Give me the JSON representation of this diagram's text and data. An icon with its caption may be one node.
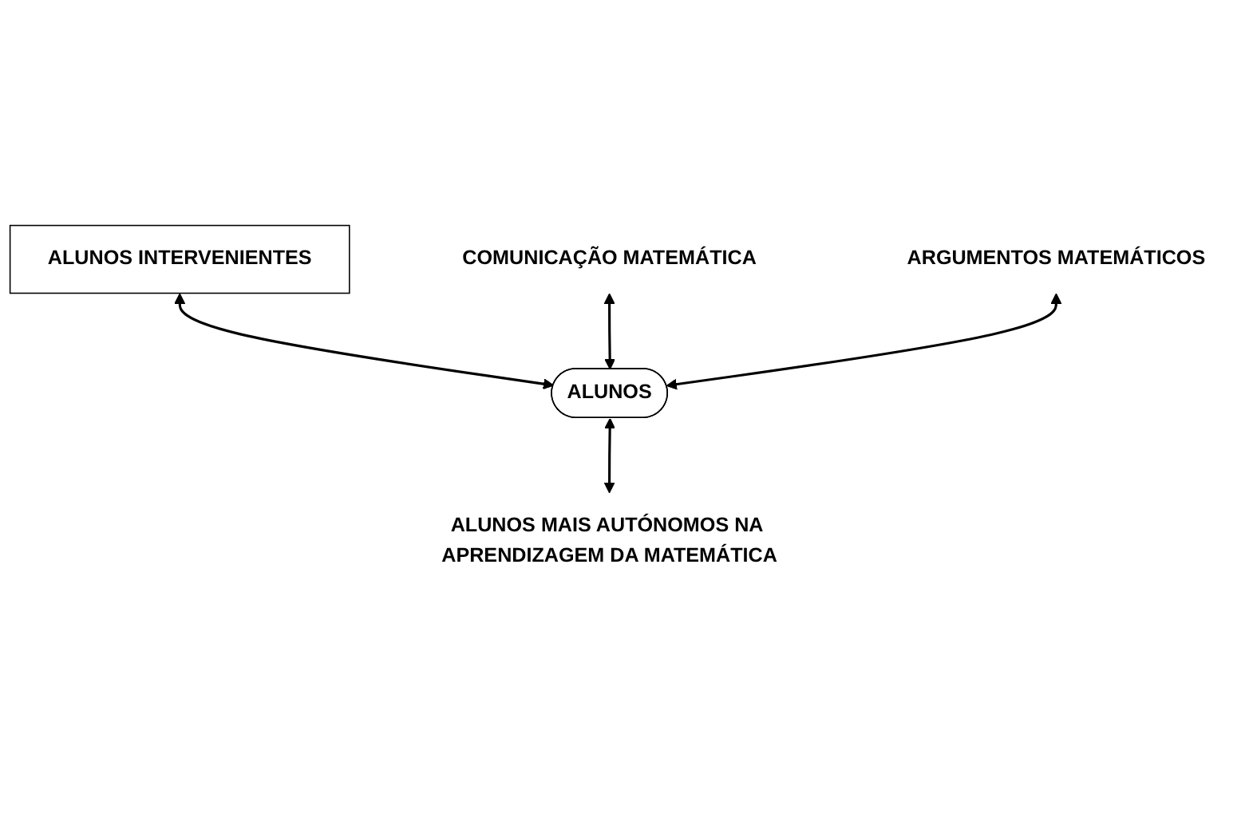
{
  "diagram": {
    "nodes": [
      {
        "text": [
          "ALUNOS INTERVENIENTES"
        ]
      },
      {
        "text": [
          "COMUNICAÇÃO MATEMÁTICA"
        ]
      },
      {
        "text": [
          "ARGUMENTOS MATEMÁTICOS"
        ]
      },
      {
        "text": [
          "ALUNOS"
        ]
      },
      {
        "text": [
          "ALUNOS MAIS AUTÓNOMOS NA APRENDIZAGEM DA MATEMÁTICA"
        ]
      }
    ],
    "edges": [
      {
        "from": 0,
        "to": 3,
        "arrow": "both"
      },
      {
        "from": 1,
        "to": 3,
        "arrow": "both"
      },
      {
        "from": 2,
        "to": 3,
        "arrow": "both"
      },
      {
        "from": 3,
        "to": 4,
        "arrow": "both"
      }
    ]
  }
}
